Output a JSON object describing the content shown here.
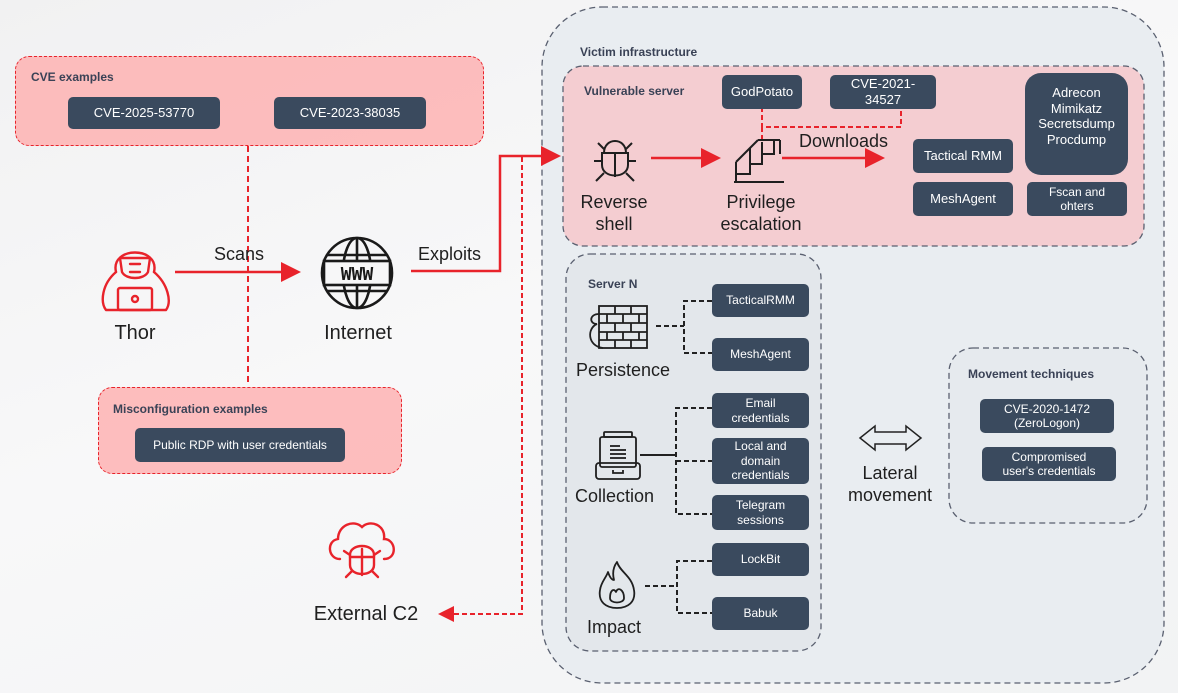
{
  "colors": {
    "accent_red": "#e8232b",
    "pill_bg": "#3a4a5e",
    "panel_red_bg": "#ffb3b3",
    "victim_bg": "#e9edf1",
    "vuln_bg": "#f4cdd1"
  },
  "cve_examples": {
    "title": "CVE examples",
    "items": [
      "CVE-2025-53770",
      "CVE-2023-38035"
    ]
  },
  "misconfig_examples": {
    "title": "Misconfiguration examples",
    "items": [
      "Public RDP with user credentials"
    ]
  },
  "actors": {
    "thor": {
      "label": "Thor",
      "icon": "hacker-icon"
    },
    "internet": {
      "label": "Internet",
      "icon": "www-globe-icon"
    },
    "external_c2": {
      "label": "External C2",
      "icon": "cloud-bug-icon"
    }
  },
  "edges": {
    "scans": "Scans",
    "exploits": "Exploits",
    "downloads": "Downloads"
  },
  "victim": {
    "title": "Victim infrastructure",
    "vulnerable_server": {
      "title": "Vulnerable server",
      "steps": [
        {
          "label": "Reverse\nshell",
          "icon": "bug-icon"
        },
        {
          "label": "Privilege\nescalation",
          "icon": "stairs-icon"
        }
      ],
      "privesc_tools": [
        "GodPotato",
        "CVE-2021-34527"
      ],
      "downloads": [
        "Tactical RMM",
        "MeshAgent"
      ],
      "tools_group": "Adrecon\nMimikatz\nSecretsdump\nProcdump",
      "fscan": "Fscan and\nohters"
    },
    "server_n": {
      "title": "Server N",
      "sections": [
        {
          "label": "Persistence",
          "icon": "brick-wall-icon",
          "items": [
            "TacticalRMM",
            "MeshAgent"
          ]
        },
        {
          "label": "Collection",
          "icon": "document-tray-icon",
          "items": [
            "Email\ncredentials",
            "Local and\ndomain\ncredentials",
            "Telegram\nsessions"
          ]
        },
        {
          "label": "Impact",
          "icon": "fire-icon",
          "items": [
            "LockBit",
            "Babuk"
          ]
        }
      ]
    },
    "lateral": {
      "label": "Lateral\nmovement",
      "icon": "double-arrow-icon"
    },
    "movement_techniques": {
      "title": "Movement techniques",
      "items": [
        "CVE-2020-1472\n(ZeroLogon)",
        "Compromised\nuser's credentials"
      ]
    }
  }
}
